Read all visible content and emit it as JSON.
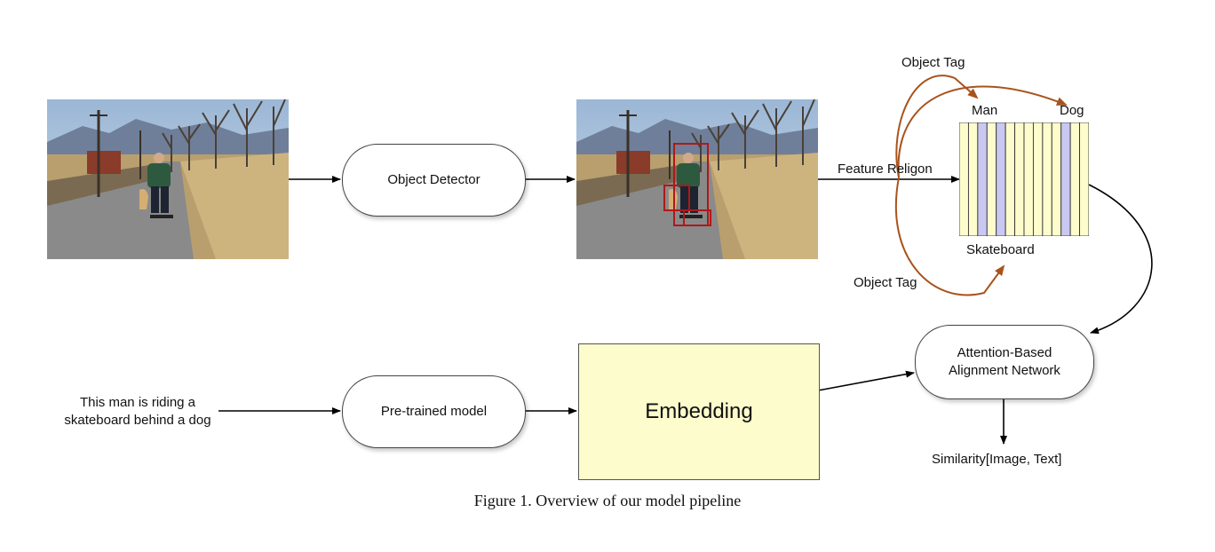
{
  "caption": "Figure 1. Overview of our model pipeline",
  "nodes": {
    "object_detector": "Object Detector",
    "pretrained_model": "Pre-trained model",
    "embedding": "Embedding",
    "alignment_line1": "Attention-Based",
    "alignment_line2": "Alignment Network"
  },
  "labels": {
    "object_tag_top": "Object Tag",
    "object_tag_bottom": "Object Tag",
    "man": "Man",
    "dog": "Dog",
    "skateboard": "Skateboard",
    "feature_religon": "Feature Religon",
    "sentence_line1": "This man is riding a",
    "sentence_line2": "skateboard behind a dog",
    "similarity": "Similarity[Image, Text]"
  },
  "feature_grid": {
    "columns": 14,
    "highlighted_columns": [
      2,
      4,
      11
    ],
    "fill_color": "#fcfccc",
    "highlight_color": "#c8c8f2"
  },
  "colors": {
    "tag_arrow": "#a8531c",
    "arrow": "#000000",
    "detection_box": "#b01818",
    "embedding_fill": "#fcfccc"
  }
}
